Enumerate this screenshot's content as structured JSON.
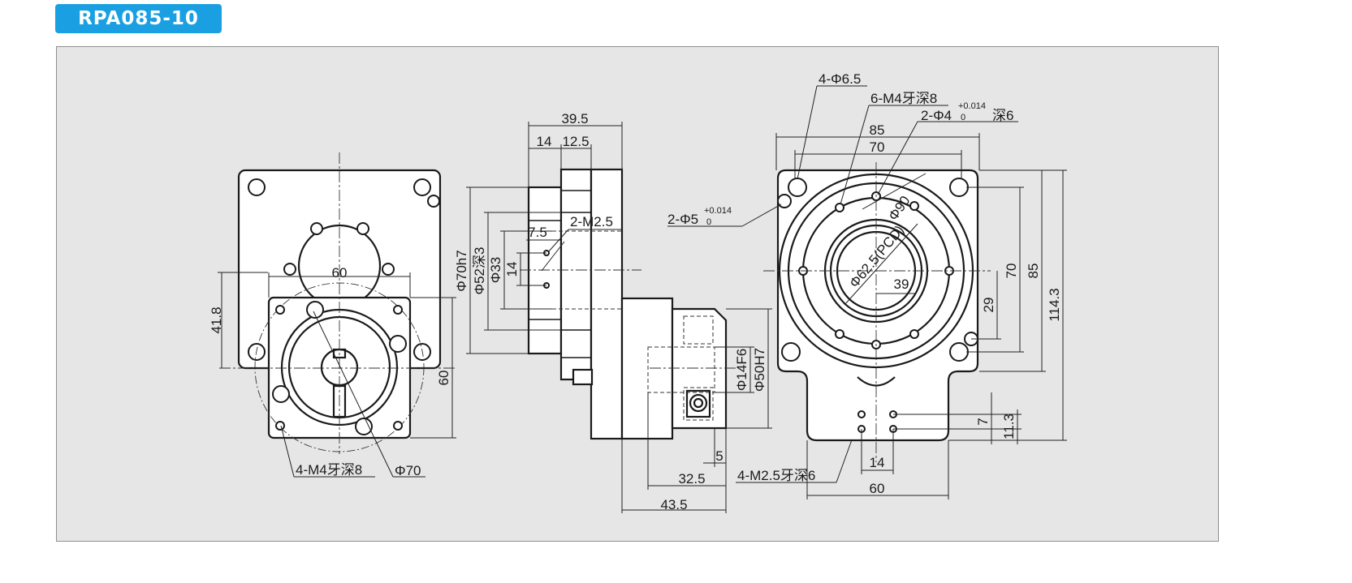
{
  "header": {
    "model_label": "RPA085-10",
    "badge_color": "#1aa0e2"
  },
  "drawing": {
    "front_view": {
      "dim_60_top": "60",
      "dim_41_8": "41.8",
      "dim_60_side": "60",
      "note_tapped_holes": "4-M4牙深8",
      "note_bolt_circle": "Φ70"
    },
    "side_view": {
      "dim_39_5": "39.5",
      "dim_14": "14",
      "dim_12_5": "12.5",
      "dim_7_5": "7.5",
      "note_2_m2_5": "2-M2.5",
      "dim_phi70h7": "Φ70h7",
      "dim_phi52_depth3": "Φ52深3",
      "dim_phi33": "Φ33",
      "dim_14_vertical": "14",
      "dim_phi14f6": "Φ14F6",
      "dim_phi50h7": "Φ50H7",
      "dim_5": "5",
      "dim_32_5": "32.5",
      "dim_43_5": "43.5",
      "note_4_m2_5_depth6": "4-M2.5牙深6"
    },
    "rear_view": {
      "note_4_phi6_5": "4-Φ6.5",
      "note_6_m4_depth8": "6-M4牙深8",
      "note_2_phi4_prefix": "2-Φ4",
      "note_2_phi4_tol_upper": "+0.014",
      "note_2_phi4_tol_lower": "0",
      "note_2_phi4_depth": "深6",
      "dim_85_top": "85",
      "dim_70_top": "70",
      "note_2_phi5_prefix": "2-Φ5",
      "note_2_phi5_tol_upper": "+0.014",
      "note_2_phi5_tol_lower": "0",
      "dim_phi90": "Φ90",
      "dim_phi62_5_pcd": "Φ62.5(PCD)",
      "dim_39": "39",
      "dim_70_right": "70",
      "dim_85_right": "85",
      "dim_114_3": "114.3",
      "dim_29": "29",
      "dim_7": "7",
      "dim_11_3": "11.3",
      "dim_14_bottom": "14",
      "dim_60_bottom": "60"
    }
  }
}
